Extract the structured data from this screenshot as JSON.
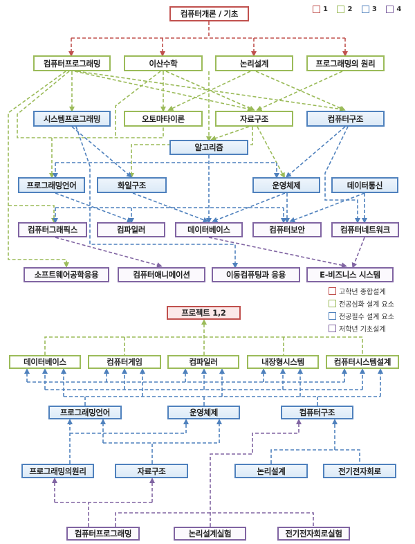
{
  "colors": {
    "level1": "#c0504d",
    "level2": "#9bbb59",
    "level3": "#4f81bd",
    "level4": "#8064a2"
  },
  "top": {
    "legend": [
      {
        "label": "1",
        "color": "#c0504d"
      },
      {
        "label": "2",
        "color": "#9bbb59"
      },
      {
        "label": "3",
        "color": "#4f81bd"
      },
      {
        "label": "4",
        "color": "#8064a2"
      }
    ],
    "nodes": [
      {
        "label": "컴퓨터개론 / 기초"
      },
      {
        "label": "컴퓨터프로그래밍"
      },
      {
        "label": "이산수학"
      },
      {
        "label": "논리설계"
      },
      {
        "label": "프로그래밍의 원리"
      },
      {
        "label": "시스템프로그래밍"
      },
      {
        "label": "오토마타이론"
      },
      {
        "label": "자료구조"
      },
      {
        "label": "컴퓨터구조"
      },
      {
        "label": "알고리즘"
      },
      {
        "label": "프로그래밍언어"
      },
      {
        "label": "화일구조"
      },
      {
        "label": "운영체제"
      },
      {
        "label": "데이터통신"
      },
      {
        "label": "컴퓨터그래픽스"
      },
      {
        "label": "컴파일러"
      },
      {
        "label": "데이터베이스"
      },
      {
        "label": "컴퓨터보안"
      },
      {
        "label": "컴퓨터네트워크"
      },
      {
        "label": "소프트웨어공학응용"
      },
      {
        "label": "컴퓨터애니메이션"
      },
      {
        "label": "이동컴퓨팅과 응용"
      },
      {
        "label": "E-비즈니스 시스템"
      }
    ]
  },
  "bottom": {
    "legend": [
      {
        "label": "고학년 종합설계",
        "color": "#c0504d"
      },
      {
        "label": "전공심화 설계 요소",
        "color": "#9bbb59"
      },
      {
        "label": "전공필수 설계 요소",
        "color": "#4f81bd"
      },
      {
        "label": "저학년 기초설계",
        "color": "#8064a2"
      }
    ],
    "nodes": [
      {
        "label": "프로젝트 1,2"
      },
      {
        "label": "데이터베이스"
      },
      {
        "label": "컴퓨터게임"
      },
      {
        "label": "컴파일러"
      },
      {
        "label": "내장형시스템"
      },
      {
        "label": "컴퓨터시스템설계"
      },
      {
        "label": "프로그래밍언어"
      },
      {
        "label": "운영체제"
      },
      {
        "label": "컴퓨터구조"
      },
      {
        "label": "프로그래밍의원리"
      },
      {
        "label": "자료구조"
      },
      {
        "label": "논리설계"
      },
      {
        "label": "전기전자회로"
      },
      {
        "label": "컴퓨터프로그래밍"
      },
      {
        "label": "논리설계실험"
      },
      {
        "label": "전기전자회로실험"
      }
    ]
  }
}
